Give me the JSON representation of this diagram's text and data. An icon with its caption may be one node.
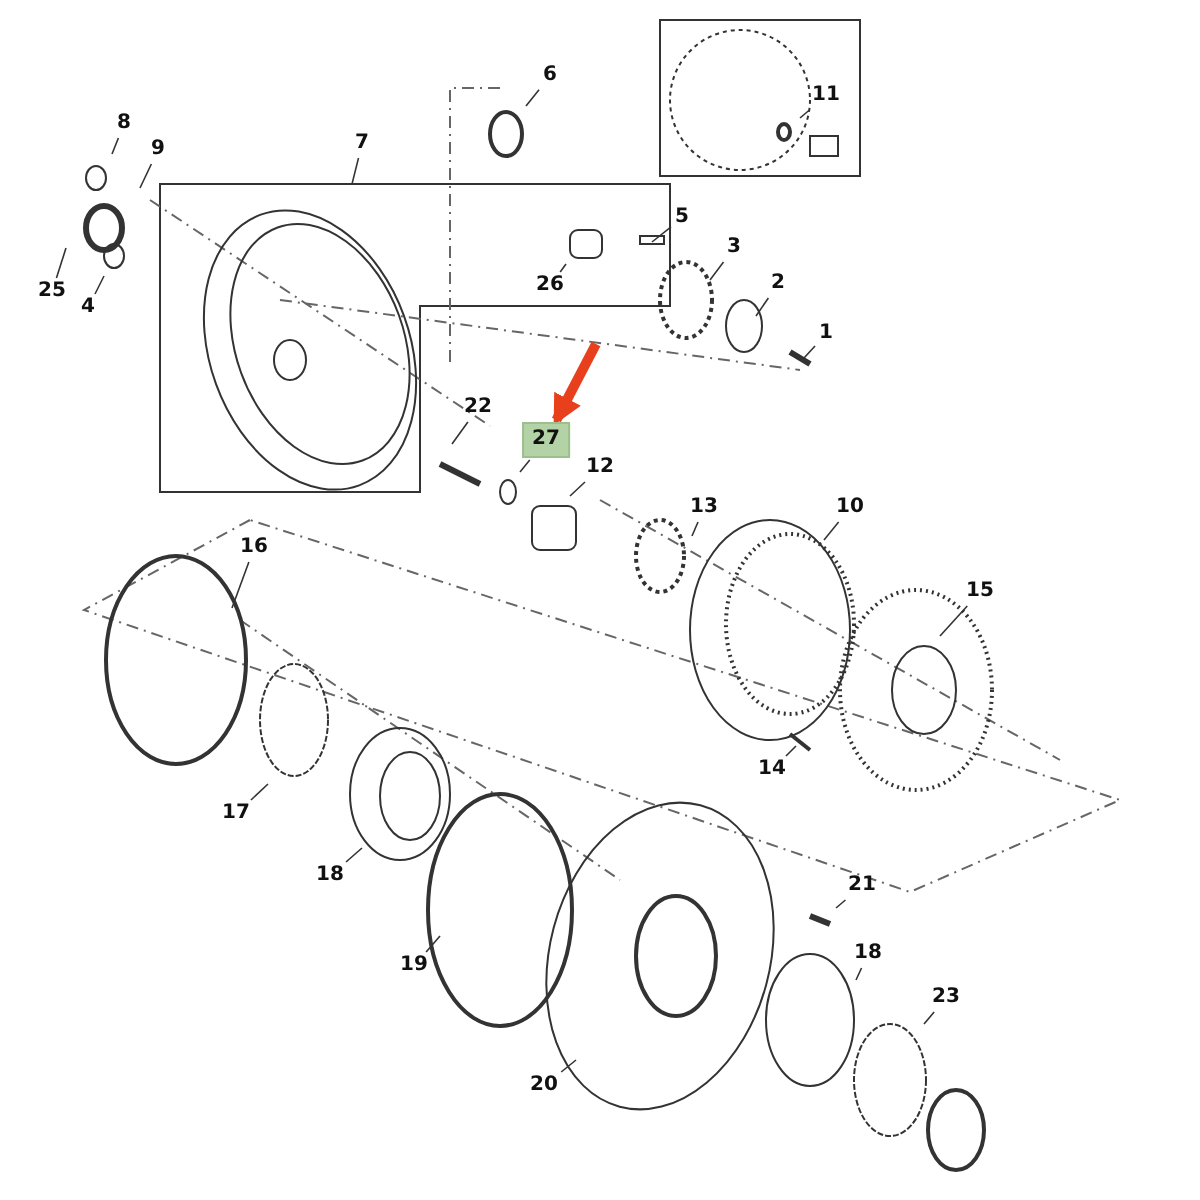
{
  "diagram": {
    "nodes": [
      {
        "text": [
          "6"
        ]
      },
      {
        "text": [
          "11"
        ]
      },
      {
        "text": [
          "8"
        ]
      },
      {
        "text": [
          "7"
        ]
      },
      {
        "text": [
          "9"
        ]
      },
      {
        "text": [
          "5"
        ]
      },
      {
        "text": [
          "3"
        ]
      },
      {
        "text": [
          "26"
        ]
      },
      {
        "text": [
          "25"
        ]
      },
      {
        "text": [
          "2"
        ]
      },
      {
        "text": [
          "4"
        ]
      },
      {
        "text": [
          "1"
        ]
      },
      {
        "text": [
          "22"
        ]
      },
      {
        "text": [
          "27"
        ]
      },
      {
        "text": [
          "12"
        ]
      },
      {
        "text": [
          "13"
        ]
      },
      {
        "text": [
          "10"
        ]
      },
      {
        "text": [
          "16"
        ]
      },
      {
        "text": [
          "15"
        ]
      },
      {
        "text": [
          "14"
        ]
      },
      {
        "text": [
          "17"
        ]
      },
      {
        "text": [
          "18"
        ]
      },
      {
        "text": [
          "21"
        ]
      },
      {
        "text": [
          "18"
        ]
      },
      {
        "text": [
          "19"
        ]
      },
      {
        "text": [
          "23"
        ]
      },
      {
        "text": [
          "20"
        ]
      }
    ],
    "edges": [
      {
        "from": 0,
        "to": null,
        "arrow": "none"
      },
      {
        "from": 1,
        "to": null,
        "arrow": "none"
      },
      {
        "from": 2,
        "to": null,
        "arrow": "none"
      },
      {
        "from": 3,
        "to": null,
        "arrow": "none"
      },
      {
        "from": 4,
        "to": null,
        "arrow": "none"
      },
      {
        "from": 5,
        "to": null,
        "arrow": "none"
      },
      {
        "from": 6,
        "to": null,
        "arrow": "none"
      },
      {
        "from": 7,
        "to": null,
        "arrow": "none"
      },
      {
        "from": 8,
        "to": null,
        "arrow": "none"
      },
      {
        "from": 9,
        "to": null,
        "arrow": "none"
      },
      {
        "from": 10,
        "to": null,
        "arrow": "none"
      },
      {
        "from": 11,
        "to": null,
        "arrow": "none"
      },
      {
        "from": 12,
        "to": null,
        "arrow": "none"
      },
      {
        "from": 13,
        "to": null,
        "arrow": "none"
      },
      {
        "from": 14,
        "to": null,
        "arrow": "none"
      },
      {
        "from": 15,
        "to": null,
        "arrow": "none"
      },
      {
        "from": 16,
        "to": null,
        "arrow": "none"
      },
      {
        "from": 17,
        "to": null,
        "arrow": "none"
      },
      {
        "from": 18,
        "to": null,
        "arrow": "none"
      },
      {
        "from": 19,
        "to": null,
        "arrow": "none"
      },
      {
        "from": 20,
        "to": null,
        "arrow": "none"
      },
      {
        "from": 21,
        "to": null,
        "arrow": "none"
      },
      {
        "from": 22,
        "to": null,
        "arrow": "none"
      },
      {
        "from": 23,
        "to": null,
        "arrow": "none"
      },
      {
        "from": 24,
        "to": null,
        "arrow": "none"
      },
      {
        "from": 25,
        "to": null,
        "arrow": "none"
      },
      {
        "from": 26,
        "to": null,
        "arrow": "none"
      },
      {
        "from": null,
        "to": 13,
        "arrow": "to",
        "style": "thick",
        "color": "#e8401c"
      }
    ]
  }
}
